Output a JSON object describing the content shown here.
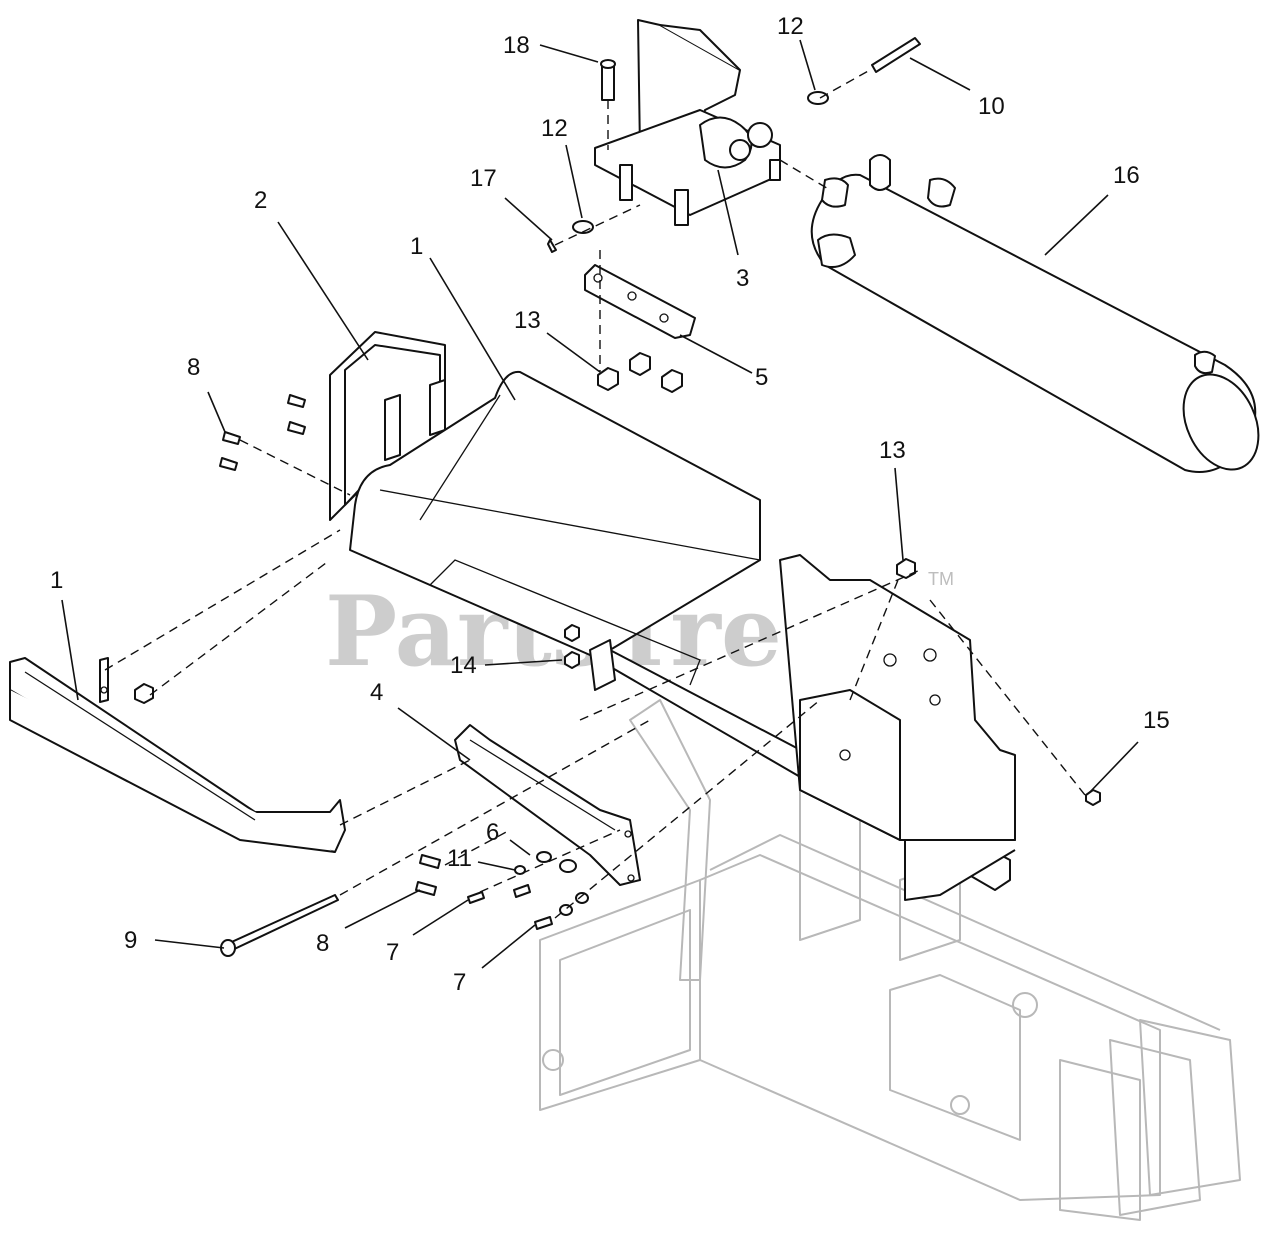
{
  "watermark": {
    "text": "PartsTree",
    "trademark": "TM"
  },
  "callouts": [
    {
      "id": "c18",
      "label": "18"
    },
    {
      "id": "c12a",
      "label": "12"
    },
    {
      "id": "c10",
      "label": "10"
    },
    {
      "id": "c12b",
      "label": "12"
    },
    {
      "id": "c17",
      "label": "17"
    },
    {
      "id": "c16",
      "label": "16"
    },
    {
      "id": "c2",
      "label": "2"
    },
    {
      "id": "c1a",
      "label": "1"
    },
    {
      "id": "c3",
      "label": "3"
    },
    {
      "id": "c13a",
      "label": "13"
    },
    {
      "id": "c5",
      "label": "5"
    },
    {
      "id": "c8a",
      "label": "8"
    },
    {
      "id": "c13b",
      "label": "13"
    },
    {
      "id": "c1b",
      "label": "1"
    },
    {
      "id": "c14",
      "label": "14"
    },
    {
      "id": "c4",
      "label": "4"
    },
    {
      "id": "c15",
      "label": "15"
    },
    {
      "id": "c6",
      "label": "6"
    },
    {
      "id": "c11",
      "label": "11"
    },
    {
      "id": "c9",
      "label": "9"
    },
    {
      "id": "c8b",
      "label": "8"
    },
    {
      "id": "c7a",
      "label": "7"
    },
    {
      "id": "c7b",
      "label": "7"
    }
  ]
}
